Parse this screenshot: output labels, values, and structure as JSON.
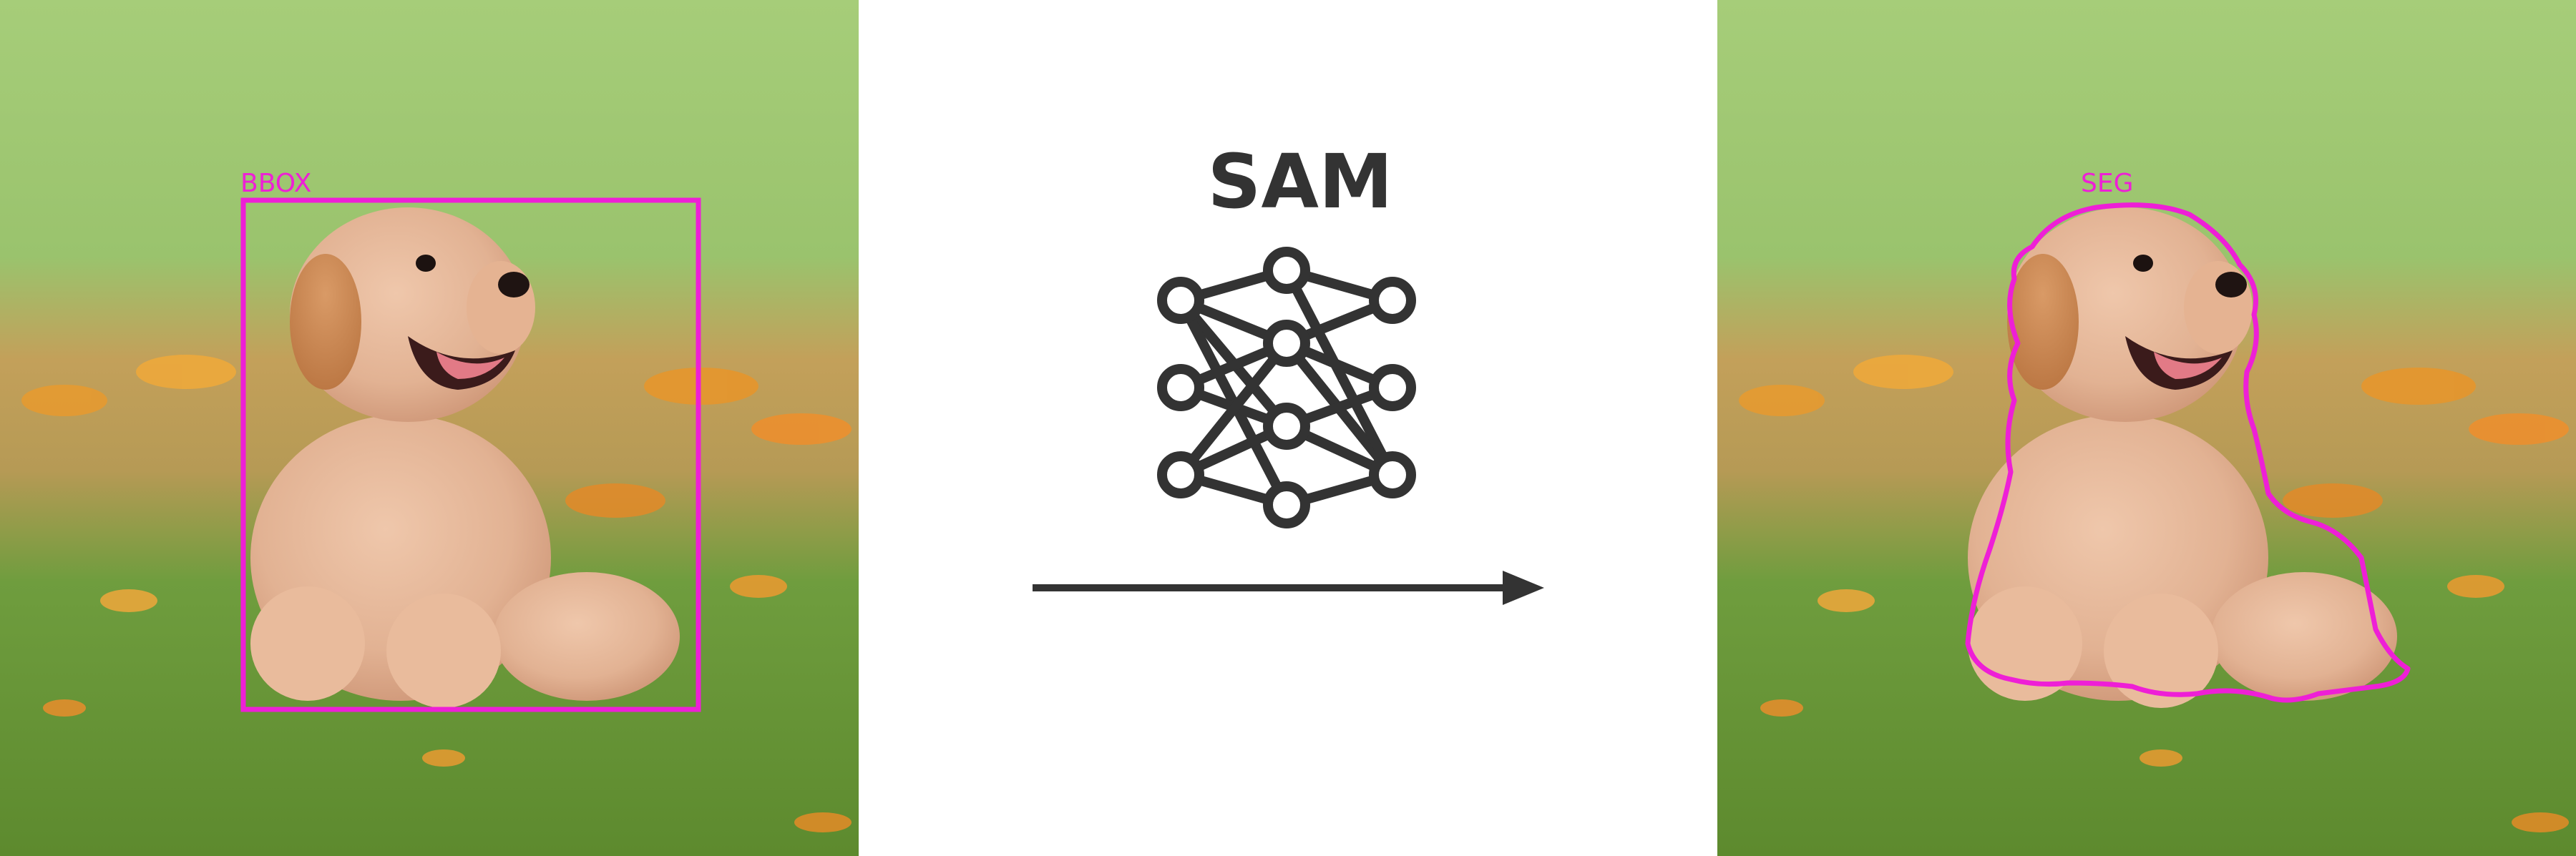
{
  "diagram": {
    "left_label": "BBOX",
    "center_title": "SAM",
    "right_label": "SEG",
    "annotation_color": "#ee1fd6",
    "ink_color": "#333333"
  }
}
